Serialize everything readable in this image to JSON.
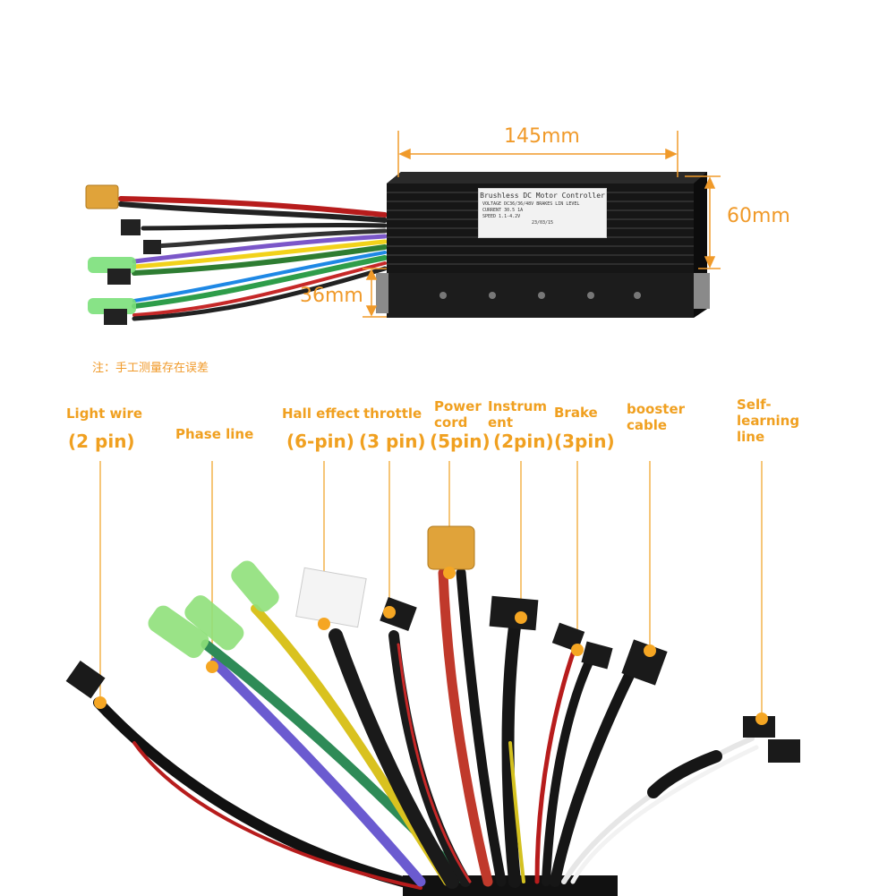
{
  "dimensions": {
    "length": "145mm",
    "width": "60mm",
    "height": "36mm"
  },
  "note": "注：手工测量存在误差",
  "controller_label": {
    "line1": "Brushless DC Motor Controller",
    "line2": "VOLTAGE DC36/36/48V  BRAKES LIN LEVEL",
    "line3": "CURRENT 30.5 1A",
    "line4": "SPEED 1.1-4.2V",
    "line5": "23/03/15"
  },
  "callouts": [
    {
      "id": "light",
      "label": "Light wire",
      "pins": "(2 pin)"
    },
    {
      "id": "phase",
      "label": "Phase line",
      "pins": ""
    },
    {
      "id": "hall",
      "label": "Hall effect",
      "pins": "(6-pin)"
    },
    {
      "id": "throttle",
      "label": "throttle",
      "pins": "(3 pin)"
    },
    {
      "id": "power",
      "label": "Power cord",
      "pins": "(5pin)"
    },
    {
      "id": "instrument",
      "label": "Instrum ent",
      "pins": "(2pin)"
    },
    {
      "id": "brake",
      "label": "Brake",
      "pins": "(3pin)"
    },
    {
      "id": "booster",
      "label": "booster cable",
      "pins": ""
    },
    {
      "id": "selflearn",
      "label": "Self-learning line",
      "pins": ""
    }
  ],
  "colors": {
    "accent": "#f0a020",
    "marker": "#f5a623",
    "controller": "#1a1a1a"
  }
}
